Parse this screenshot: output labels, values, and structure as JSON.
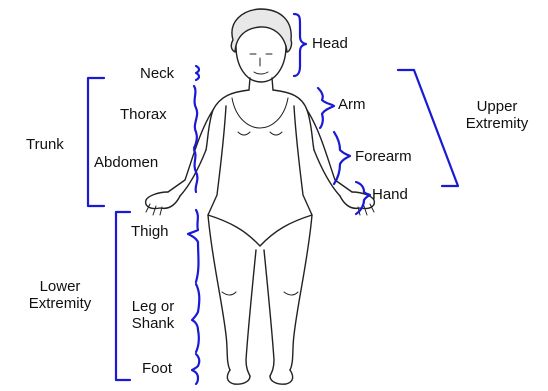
{
  "colors": {
    "bracket": "#1a1ad6",
    "text": "#111111",
    "outline": "#222222"
  },
  "labels": {
    "head": "Head",
    "neck": "Neck",
    "thorax": "Thorax",
    "abdomen": "Abdomen",
    "trunk": "Trunk",
    "arm": "Arm",
    "forearm": "Forearm",
    "hand": "Hand",
    "upper_extremity_line1": "Upper",
    "upper_extremity_line2": "Extremity",
    "thigh": "Thigh",
    "leg_line1": "Leg or",
    "leg_line2": "Shank",
    "foot": "Foot",
    "lower_extremity_line1": "Lower",
    "lower_extremity_line2": "Extremity"
  }
}
